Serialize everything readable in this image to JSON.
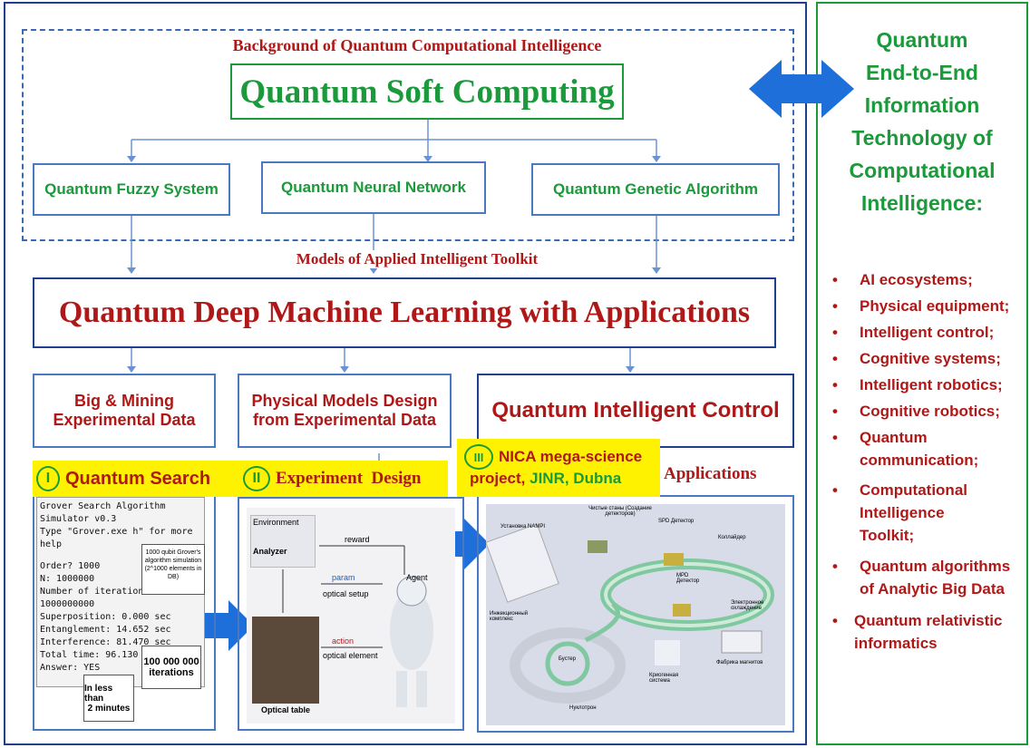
{
  "background_title": "Background of Quantum Computational Intelligence",
  "qsc_title": "Quantum Soft Computing",
  "branches": [
    "Quantum Fuzzy System",
    "Quantum Neural Network",
    "Quantum Genetic Algorithm"
  ],
  "models_title": "Models of Applied Intelligent Toolkit",
  "qdml_title": "Quantum Deep Machine Learning with Applications",
  "col1": {
    "line1": "Big & Mining",
    "line2": "Experimental Data"
  },
  "col2": {
    "line1": "Physical Models Design",
    "line2": "from Experimental Data"
  },
  "col3": {
    "title": "Quantum Intelligent Control"
  },
  "panel1": {
    "num": "I",
    "label": "Quantum Search"
  },
  "panel2": {
    "num": "II",
    "label": "Experiment  Design"
  },
  "panel3": {
    "num": "III",
    "label_green": "NICA mega-science",
    "label_green2": "project,",
    "label_red": " JINR, Dubna",
    "applications": "Applications"
  },
  "terminal": {
    "lines": [
      "Grover Search Algorithm Simulator v0.3",
      "Type \"Grover.exe h\" for more help",
      "",
      "Order? 1000",
      "N: 1000000",
      "Number of iteration?: 1000000000",
      "Superposition: 0.000 sec",
      "Entanglement: 14.652 sec",
      "Interference: 81.470 sec",
      "Total time: 96.130 sec",
      "Answer: YES"
    ],
    "note": "1000 qubit Grover's algorithm simulation (2^1000 elements in DB)",
    "iterations": [
      "100 000 000",
      "iterations"
    ],
    "time": [
      "In less than",
      "2 minutes"
    ]
  },
  "experiment": {
    "environment": "Environment",
    "analyzer": "Analyzer",
    "reward": "reward",
    "agent": "Agent",
    "param": "param",
    "optical_setup": "optical setup",
    "action": "action",
    "optical_element": "optical element",
    "optical_table": "Optical table"
  },
  "nica_labels": [
    "Установка NAMPI",
    "Чистые станы (Создание детекторов)",
    "SPD Детектор",
    "Коллайдер",
    "MPD Детектор",
    "Электронное охлаждение",
    "Инжекционный комплекс",
    "Бустер",
    "Нуклотрон",
    "Криогенная система",
    "Фабрика магнитов"
  ],
  "right_title": [
    "Quantum",
    "End-to-End",
    "Information",
    "Technology of",
    "Computational",
    "Intelligence:"
  ],
  "right_items": [
    [
      "AI ecosystems;"
    ],
    [
      "Physical equipment;"
    ],
    [
      "Intelligent control;"
    ],
    [
      "Cognitive systems;"
    ],
    [
      "Intelligent robotics;"
    ],
    [
      "Cognitive robotics;"
    ],
    [
      "Quantum",
      "communication;"
    ],
    [
      "Computational",
      "Intelligence",
      "Toolkit;"
    ],
    [
      "Quantum algorithms",
      "of Analytic Big Data"
    ],
    [
      "Quantum relativistic",
      "informatics"
    ]
  ],
  "colors": {
    "frame_blue": "#1f3f8f",
    "frame_green": "#1a9a3a",
    "title_red": "#b01818",
    "green": "#1a9a3a",
    "arrow_blue": "#1e6fd9",
    "highlight": "#fff200"
  }
}
